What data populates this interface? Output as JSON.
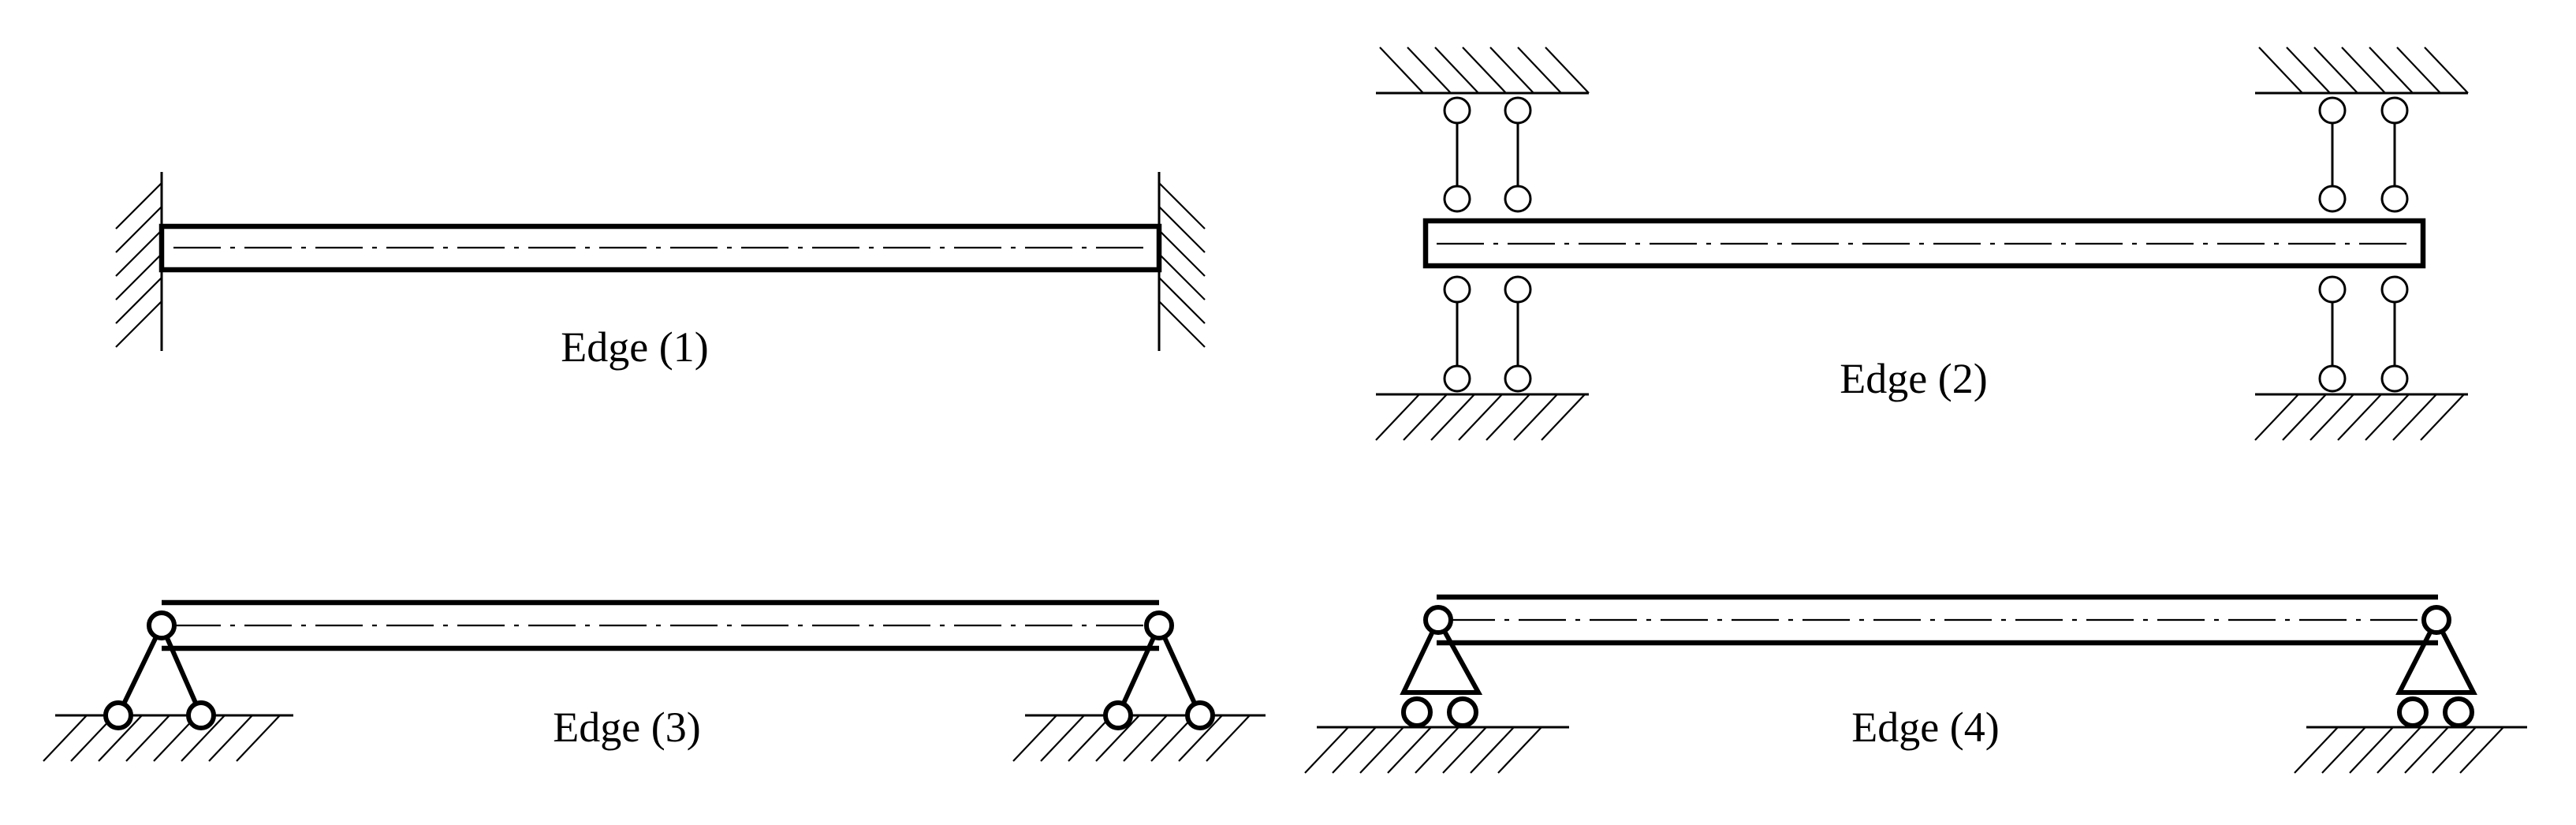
{
  "labels": {
    "edge1": "Edge (1)",
    "edge2": "Edge (2)",
    "edge3": "Edge (3)",
    "edge4": "Edge (4)"
  },
  "support_types": {
    "edge1": "clamped-clamped",
    "edge2": "clamped-clamped via double pinned links",
    "edge3": "hinged-hinged via pinned struts",
    "edge4": "roller-roller supports"
  }
}
